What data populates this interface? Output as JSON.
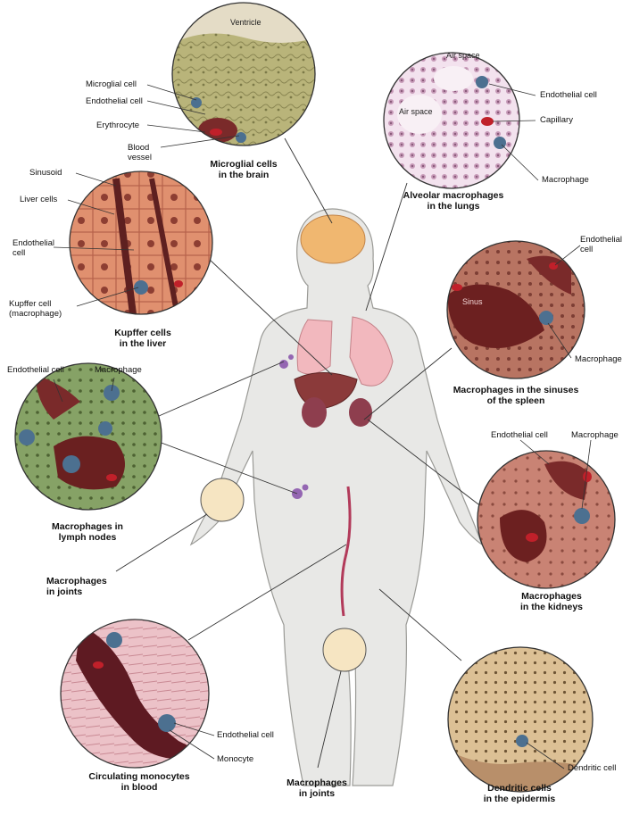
{
  "panels": {
    "brain": {
      "caption": [
        "Microglial cells",
        "in the brain"
      ],
      "labels": {
        "ventricle": "Ventricle",
        "microglial_cell": "Microglial cell",
        "endothelial_cell": "Endothelial cell",
        "erythrocyte": "Erythrocyte",
        "blood_vessel": [
          "Blood",
          "vessel"
        ]
      }
    },
    "lungs": {
      "caption": [
        "Alveolar macrophages",
        "in the lungs"
      ],
      "labels": {
        "air_space_top": "Air space",
        "air_space_left": "Air space",
        "endothelial_cell": "Endothelial cell",
        "capillary": "Capillary",
        "macrophage": "Macrophage"
      }
    },
    "liver": {
      "caption": [
        "Kupffer cells",
        "in the liver"
      ],
      "labels": {
        "sinusoid": "Sinusoid",
        "liver_cells": "Liver cells",
        "endothelial_cell": [
          "Endothelial",
          "cell"
        ],
        "kupffer_cell": [
          "Kupffer cell",
          "(macrophage)"
        ]
      }
    },
    "spleen": {
      "caption": [
        "Macrophages in the sinuses",
        "of the spleen"
      ],
      "labels": {
        "endothelial_cell": [
          "Endothelial",
          "cell"
        ],
        "sinus": "Sinus",
        "macrophage": "Macrophage"
      }
    },
    "lymph": {
      "caption": [
        "Macrophages in",
        "lymph nodes"
      ],
      "labels": {
        "endothelial_cell": "Endothelial cell",
        "macrophage": "Macrophage"
      }
    },
    "kidneys": {
      "caption": [
        "Macrophages",
        "in the kidneys"
      ],
      "labels": {
        "endothelial_cell": "Endothelial cell",
        "macrophage": "Macrophage"
      }
    },
    "joints_hand": {
      "caption": [
        "Macrophages",
        "in joints"
      ]
    },
    "joints_knee": {
      "caption": [
        "Macrophages",
        "in joints"
      ]
    },
    "blood": {
      "caption": [
        "Circulating monocytes",
        "in blood"
      ],
      "labels": {
        "endothelial_cell": "Endothelial cell",
        "monocyte": "Monocyte"
      }
    },
    "epidermis": {
      "caption": [
        "Dendritic cells",
        "in the epidermis"
      ],
      "labels": {
        "dendritic_cell": "Dendritic cell"
      }
    }
  },
  "colors": {
    "brain_tissue": "#b9b47a",
    "lung_tissue": "#e9cfe0",
    "liver_tissue": "#d98468",
    "spleen_tissue": "#b26a5a",
    "lymph_tissue": "#7e9a5c",
    "kidney_tissue": "#c57a6d",
    "blood_tissue": "#eab7c0",
    "skin_tissue": "#d8b88a",
    "macrophage": "#4c7090",
    "erythrocyte": "#c0202a",
    "body": "#eaeaea"
  }
}
